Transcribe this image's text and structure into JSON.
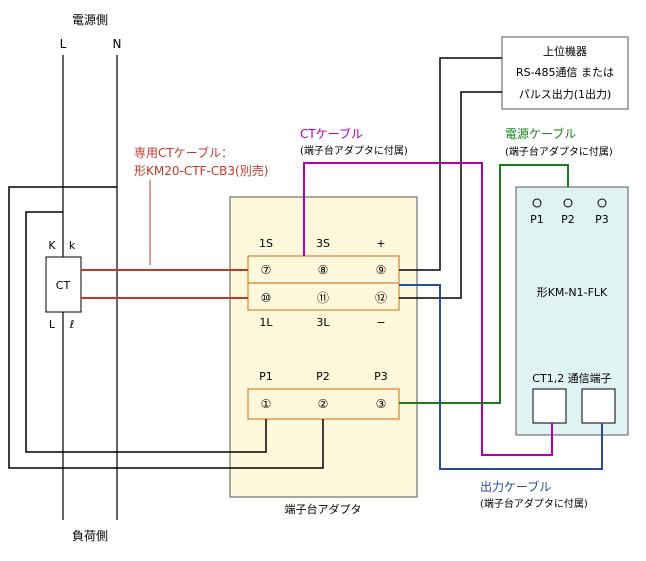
{
  "power_side": "電源側",
  "load_side": "負荷側",
  "line_L": "L",
  "line_N": "N",
  "ct": {
    "label": "CT",
    "K": "K",
    "k": "k",
    "L": "L",
    "l": "ℓ"
  },
  "ct_cable": {
    "line1": "専用CTケーブル：",
    "line2": "形KM20-CTF-CB3(別売)"
  },
  "ct_cable2": {
    "line1": "CTケーブル",
    "line2": "(端子台アダプタに付属)"
  },
  "power_cable": {
    "line1": "電源ケーブル",
    "line2": "(端子台アダプタに付属)"
  },
  "output_cable": {
    "line1": "出力ケーブル",
    "line2": "(端子台アダプタに付属)"
  },
  "host": {
    "line1": "上位機器",
    "line2": "RS-485通信 または",
    "line3": "パルス出力(1出力)"
  },
  "adapter": {
    "name": "端子台アダプタ",
    "top_headers": [
      "1S",
      "3S",
      "+"
    ],
    "top_terminals": [
      "⑦",
      "⑧",
      "⑨"
    ],
    "mid_terminals": [
      "⑩",
      "⑪",
      "⑫"
    ],
    "mid_labels": [
      "1L",
      "3L",
      "−"
    ],
    "p_headers": [
      "P1",
      "P2",
      "P3"
    ],
    "p_terminals": [
      "①",
      "②",
      "③"
    ]
  },
  "device": {
    "name": "形KM-N1-FLK",
    "terminals": [
      "P1",
      "P2",
      "P3"
    ],
    "comm_label": "CT1,2 通信端子"
  },
  "colors": {
    "red": "#c0392b",
    "magenta": "#b000b0",
    "green": "#1a7f1a",
    "blue": "#2a4d9b",
    "adapter_fill": "#fdf8dc",
    "device_fill": "#dff3f3",
    "terminal_border": "#d9822b"
  }
}
